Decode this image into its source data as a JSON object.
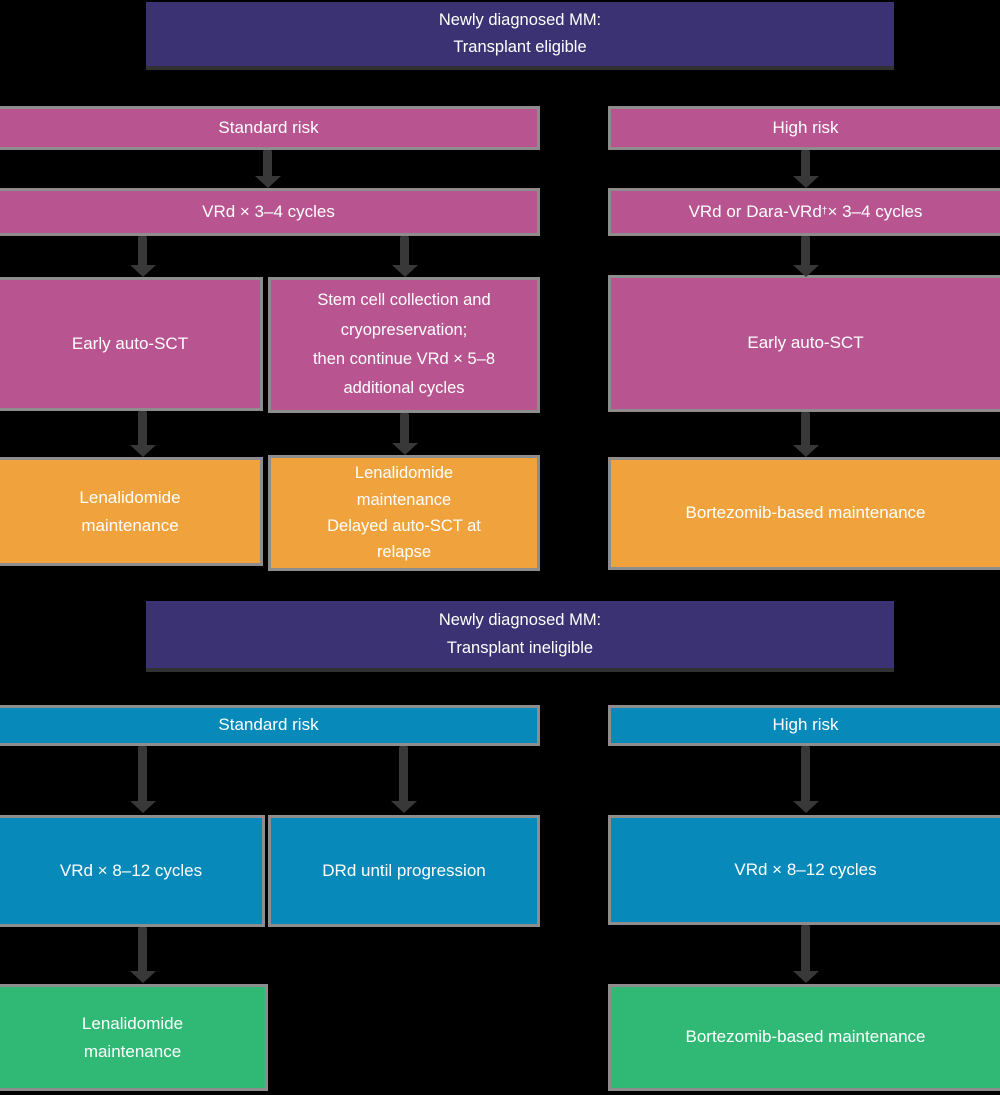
{
  "eligible": {
    "title": "Newly diagnosed MM:\nTransplant eligible",
    "left": {
      "risk": "Standard risk",
      "induction": "VRd × 3–4 cycles",
      "sct": "Early auto-SCT",
      "stem": "Stem cell collection and\ncryopreservation;\nthen continue VRd × 5–8\nadditional cycles",
      "maintenance": "Lenalidomide\nmaintenance",
      "maintenance_delayed": "Lenalidomide\nmaintenance\nDelayed auto-SCT at\nrelapse"
    },
    "right": {
      "risk": "High risk",
      "induction_prefix": "VRd or Dara-VRd",
      "induction_sup": "†",
      "induction_suffix": " × 3–4 cycles",
      "sct": "Early auto-SCT",
      "maintenance": "Bortezomib-based maintenance"
    }
  },
  "ineligible": {
    "title": "Newly diagnosed MM:\nTransplant ineligible",
    "left": {
      "risk": "Standard risk",
      "induction": "VRd × 8–12 cycles",
      "induction_alt": "DRd until progression",
      "maintenance": "Lenalidomide\nmaintenance"
    },
    "right": {
      "risk": "High risk",
      "induction": "VRd × 8–12 cycles",
      "maintenance": "Bortezomib-based maintenance"
    }
  },
  "colors": {
    "title_bg": "#3a3273",
    "eligible_bg": "#b85591",
    "maintenance_eligible_bg": "#f0a33d",
    "ineligible_bg": "#0789ba",
    "maintenance_ineligible_bg": "#2fb974",
    "arrow": "#383838",
    "border": "#8d8d8d",
    "background": "#000000",
    "text": "#ffffff"
  }
}
